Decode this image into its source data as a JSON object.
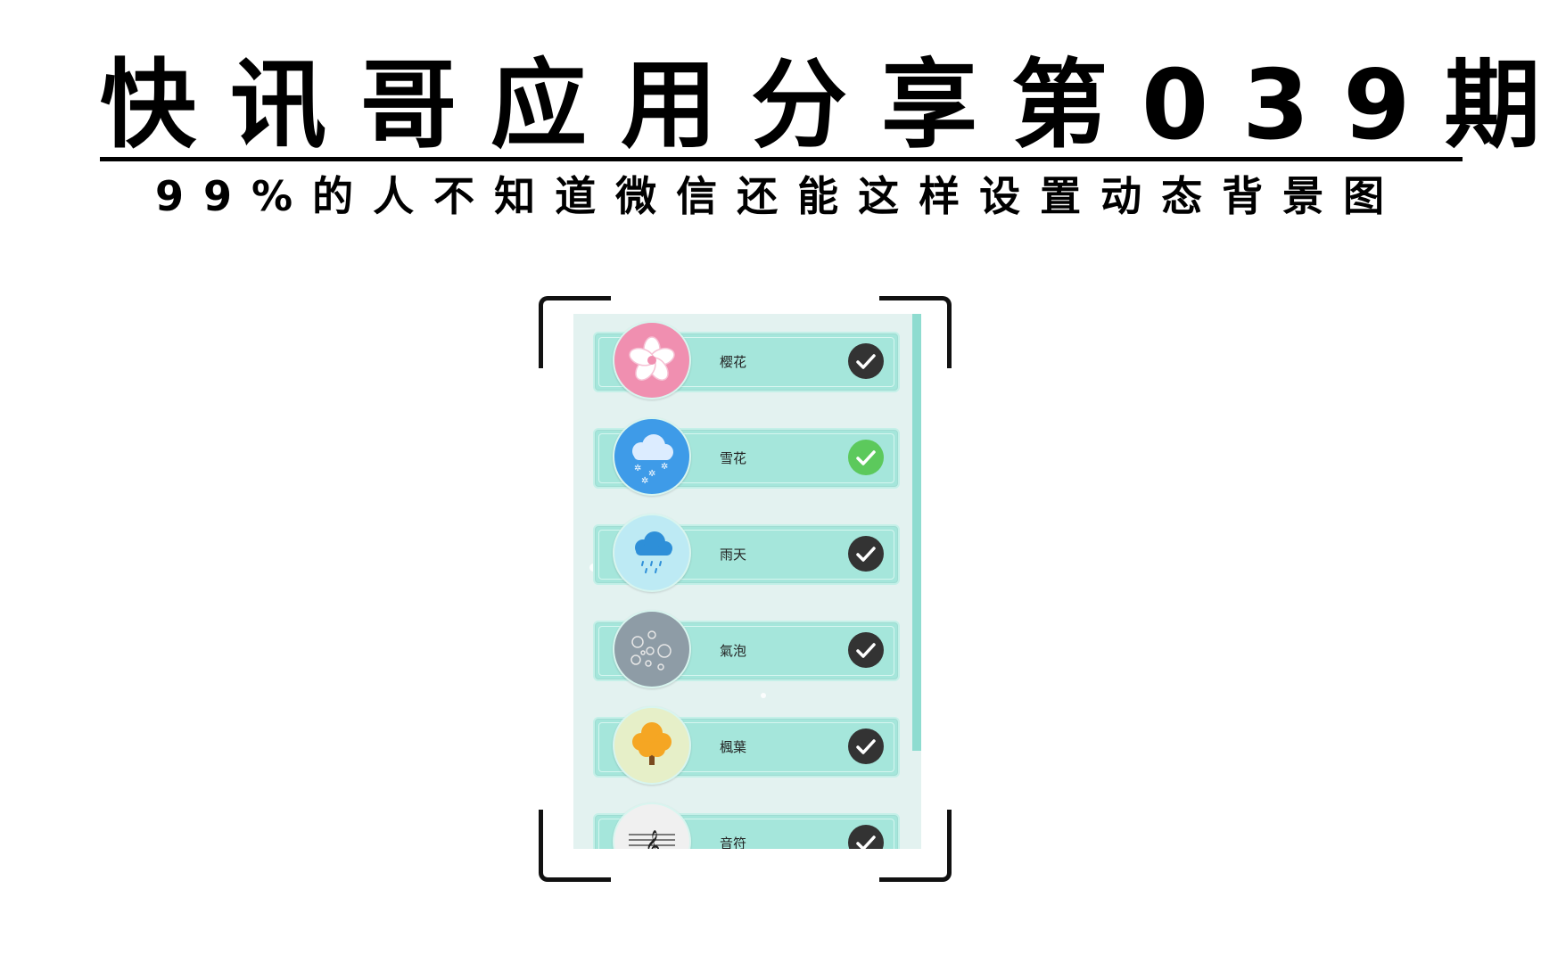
{
  "header": {
    "title": "快讯哥应用分享第039期",
    "subtitle": "99%的人不知道微信还能这样设置动态背景图"
  },
  "phone": {
    "items": [
      {
        "label": "樱花",
        "icon": "cherry-blossom-icon",
        "icon_bg": "#f08fb0",
        "checked": true,
        "active": false
      },
      {
        "label": "雪花",
        "icon": "snow-cloud-icon",
        "icon_bg": "#3e9be8",
        "checked": true,
        "active": true
      },
      {
        "label": "雨天",
        "icon": "rain-cloud-icon",
        "icon_bg": "#bdeaf4",
        "checked": true,
        "active": false
      },
      {
        "label": "氣泡",
        "icon": "bubbles-icon",
        "icon_bg": "#8e9ca6",
        "checked": true,
        "active": false
      },
      {
        "label": "楓葉",
        "icon": "maple-tree-icon",
        "icon_bg": "#e6efc8",
        "checked": true,
        "active": false
      },
      {
        "label": "音符",
        "icon": "music-note-icon",
        "icon_bg": "#f0f0f0",
        "checked": true,
        "active": false
      }
    ],
    "colors": {
      "background": "#e3f2f0",
      "row": "#a5e6db",
      "check_default": "#333333",
      "check_active": "#5cc95c"
    }
  }
}
